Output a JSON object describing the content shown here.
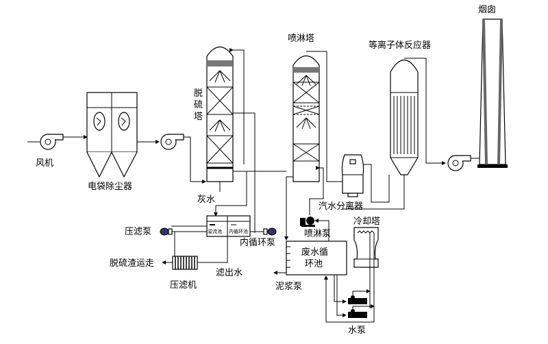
{
  "labels": {
    "fan": "风机",
    "bag_filter": "电袋除尘器",
    "desulfurization_tower": [
      "脱",
      "硫",
      "塔"
    ],
    "spray_tower": "喷淋塔",
    "plasma_reactor": "等离子体反应器",
    "chimney": "烟囱",
    "steam_water_separator": "汽水分离器",
    "ash_water": "灰水",
    "overflow_tank": "溢流池",
    "inner_circulation_tank": "内循环池",
    "inner_circulation_pump": "内循环泵",
    "filter_press_pump": "压滤泵",
    "slag_removal": "脱硫渣运走",
    "filter_press": "压滤机",
    "filtrate": "滤出水",
    "spray_pump": "喷淋泵",
    "cooling_tower": "冷却塔",
    "wastewater_pool": [
      "废水循",
      "环池"
    ],
    "slurry_pump": "泥浆泵",
    "water_pump": "水泵"
  }
}
